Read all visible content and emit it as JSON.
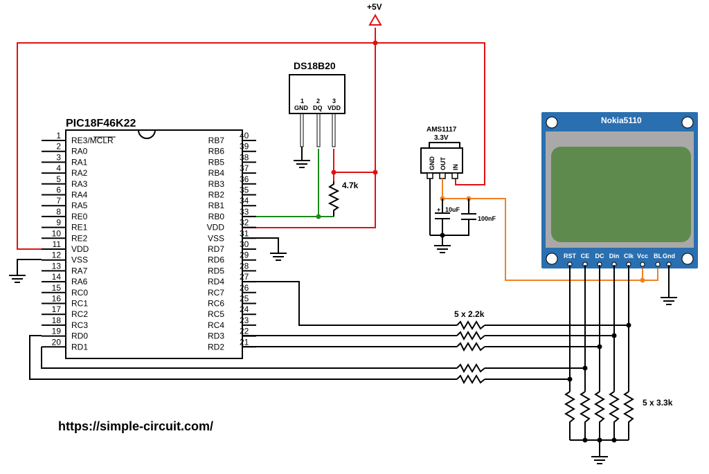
{
  "colors": {
    "supply_wire": "#e01010",
    "data_wire": "#1a8a1a",
    "lcd_supply_wire": "#f08020",
    "wire": "#000000",
    "lcd_board": "#2a6fb0",
    "lcd_screen": "#5f8a4e",
    "lcd_bezel": "#a9a9a9"
  },
  "supply": {
    "label": "+5V"
  },
  "mcu": {
    "name": "PIC18F46K22",
    "left_pins": [
      {
        "num": "1",
        "name": "RE3/MCLR"
      },
      {
        "num": "2",
        "name": "RA0"
      },
      {
        "num": "3",
        "name": "RA1"
      },
      {
        "num": "4",
        "name": "RA2"
      },
      {
        "num": "5",
        "name": "RA3"
      },
      {
        "num": "6",
        "name": "RA4"
      },
      {
        "num": "7",
        "name": "RA5"
      },
      {
        "num": "8",
        "name": "RE0"
      },
      {
        "num": "9",
        "name": "RE1"
      },
      {
        "num": "10",
        "name": "RE2"
      },
      {
        "num": "11",
        "name": "VDD"
      },
      {
        "num": "12",
        "name": "VSS"
      },
      {
        "num": "13",
        "name": "RA7"
      },
      {
        "num": "14",
        "name": "RA6"
      },
      {
        "num": "15",
        "name": "RC0"
      },
      {
        "num": "16",
        "name": "RC1"
      },
      {
        "num": "17",
        "name": "RC2"
      },
      {
        "num": "18",
        "name": "RC3"
      },
      {
        "num": "19",
        "name": "RD0"
      },
      {
        "num": "20",
        "name": "RD1"
      }
    ],
    "right_pins": [
      {
        "num": "40",
        "name": "RB7"
      },
      {
        "num": "39",
        "name": "RB6"
      },
      {
        "num": "38",
        "name": "RB5"
      },
      {
        "num": "37",
        "name": "RB4"
      },
      {
        "num": "36",
        "name": "RB3"
      },
      {
        "num": "35",
        "name": "RB2"
      },
      {
        "num": "34",
        "name": "RB1"
      },
      {
        "num": "33",
        "name": "RB0"
      },
      {
        "num": "32",
        "name": "VDD"
      },
      {
        "num": "31",
        "name": "VSS"
      },
      {
        "num": "30",
        "name": "RD7"
      },
      {
        "num": "29",
        "name": "RD6"
      },
      {
        "num": "28",
        "name": "RD5"
      },
      {
        "num": "27",
        "name": "RD4"
      },
      {
        "num": "26",
        "name": "RC7"
      },
      {
        "num": "25",
        "name": "RC6"
      },
      {
        "num": "24",
        "name": "RC5"
      },
      {
        "num": "23",
        "name": "RC4"
      },
      {
        "num": "22",
        "name": "RD3"
      },
      {
        "num": "21",
        "name": "RD2"
      }
    ]
  },
  "sensor": {
    "name": "DS18B20",
    "pins": [
      {
        "num": "1",
        "name": "GND"
      },
      {
        "num": "2",
        "name": "DQ"
      },
      {
        "num": "3",
        "name": "VDD"
      }
    ]
  },
  "pullup_resistor": {
    "value": "4.7k"
  },
  "regulator": {
    "name": "AMS1117",
    "voltage": "3.3V",
    "pins": [
      "GND",
      "OUT",
      "IN"
    ]
  },
  "capacitors": {
    "c1": "10uF",
    "c1_polarity": "+",
    "c2": "100nF"
  },
  "lcd": {
    "name": "Nokia5110",
    "pins": [
      "RST",
      "CE",
      "DC",
      "Din",
      "Clk",
      "Vcc",
      "BL",
      "Gnd"
    ]
  },
  "series_resistors": {
    "label": "5 x 2.2k"
  },
  "pulldown_resistors": {
    "label": "5 x 3.3k"
  },
  "footer": {
    "url": "https://simple-circuit.com/"
  }
}
